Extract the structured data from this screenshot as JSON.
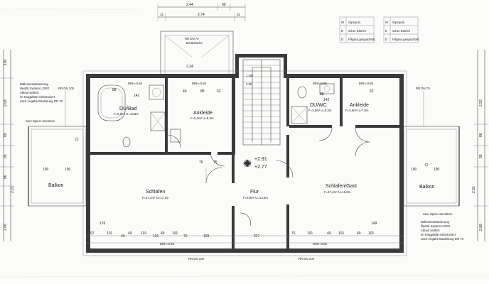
{
  "top_dims": {
    "d1": "2.44",
    "d2": "60",
    "d3": "2.74",
    "d4": "15",
    "d5": "15"
  },
  "legend": [
    {
      "key": "W",
      "text": "Gipsputz,"
    },
    {
      "key": "E",
      "text": "schw. Estrich"
    },
    {
      "key": "D",
      "text": "Filigran,gespachtelt,"
    }
  ],
  "left_dims": [
    "100",
    "2.08",
    "89",
    "95",
    "86",
    "2.21",
    "2.08"
  ],
  "right_dims": [
    "2.52",
    "86",
    "95",
    "2.51",
    "2.08"
  ],
  "shaft": {
    "label1": "RR DN 70",
    "label2": "Bruttoküche",
    "dim": "2.34"
  },
  "notes": {
    "balcony_note_left": [
      "Balkonentwässerung",
      "illwitzk System LORO",
      "Ablauf seitlich",
      "im Kragplatte einbetoniert",
      "nach Angabe Bauleitung DN 70"
    ],
    "speier_left": "zwei Speier anordnen",
    "speier_right": "zwei Speier anordnen",
    "balcony_note_right": [
      "Balkonentwässerung",
      "illwitzk System LORO",
      "Ablauf seitlich",
      "im Kragplatte einbetoniert",
      "nach Angabe Bauleitung DN 70"
    ],
    "rr_top_left": "RR DN 100",
    "rr_top_right": "RR DN 70",
    "rr_bottom_left": "RR DN 100",
    "rr_bottom_right": "RR DN 100"
  },
  "rooms": {
    "bad": {
      "name": "DU/Bad",
      "area": "F=8,0m² U=13,8m"
    },
    "ankleide_l": {
      "name": "Ankleide",
      "area": "F=5,3m² U=9,3m"
    },
    "du_wc": {
      "name": "DU/WC",
      "area": "F=3,5m² U=8,2m"
    },
    "ankleide_r": {
      "name": "Ankleide",
      "area": "F=3,6m² U=7,8m"
    },
    "schlafen": {
      "name": "Schlafen",
      "area": "F=17,4m² U=17,1m"
    },
    "flur": {
      "name": "Flur",
      "area": "F=8,9m² U=13,0m"
    },
    "schlafen_gast": {
      "name": "Schlafen/Gast",
      "area": "F=17,4m² U=16,8m"
    },
    "balkon_l": {
      "name": "Balkon"
    },
    "balkon_r": {
      "name": "Balkon"
    }
  },
  "levels": {
    "l1": "+2.91",
    "l2": "+2.77"
  },
  "stair_labels": [
    "1.457",
    "2.96"
  ],
  "bottom_dims": [
    "97",
    "101",
    "49",
    "101",
    "49",
    "101",
    "76",
    "101",
    "49",
    "101",
    "49",
    "101"
  ],
  "inner_dims": [
    "BRH=0.85",
    "88",
    "142",
    "49",
    "62",
    "88",
    "142",
    "62",
    "76",
    "101",
    "76",
    "169",
    "227",
    "49",
    "75",
    "190",
    "190",
    "176",
    "149"
  ]
}
